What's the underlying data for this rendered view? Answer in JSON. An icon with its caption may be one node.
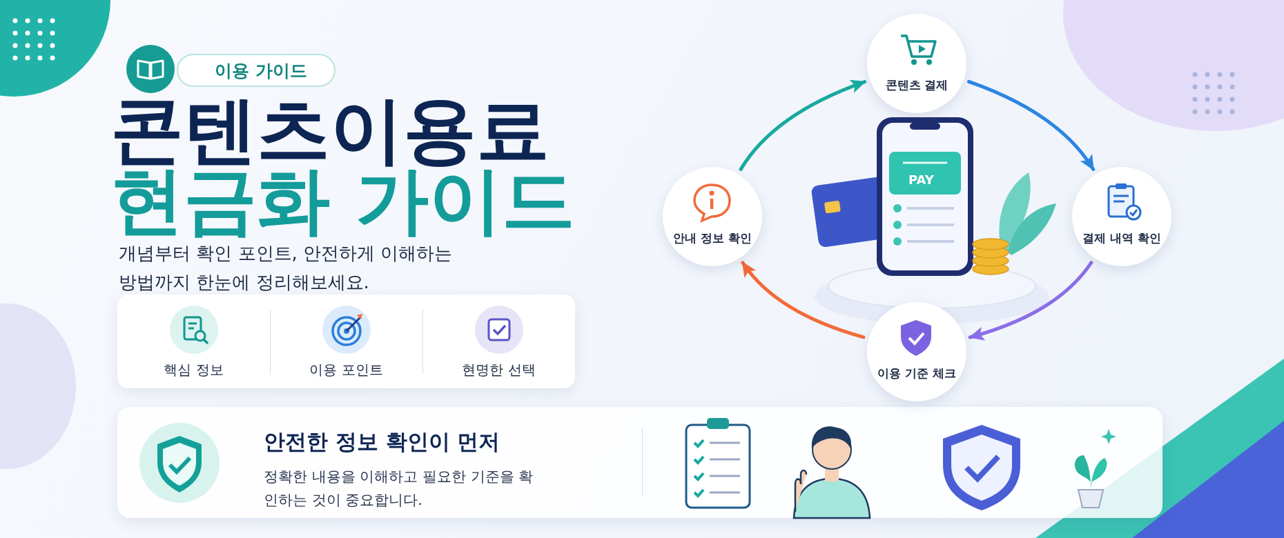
{
  "diagram": {
    "title": "콘텐츠이용료 현금화 가이드",
    "nodes": [
      {
        "text": [
          "이용 가이드"
        ]
      },
      {
        "text": [],
        "shape": "box"
      },
      {
        "text": [
          "핵심 정보"
        ],
        "in": 1
      },
      {
        "text": [
          "이용 포인트"
        ],
        "in": 1
      },
      {
        "text": [
          "현명한 선택"
        ],
        "in": 1
      },
      {
        "text": [
          "안전한 정보 확인이 먼저",
          "정확한 내용을 이해하고 필요한 기준을 확인하는 것이 중요합니다."
        ]
      },
      {
        "text": [
          "콘텐츠 결제"
        ]
      },
      {
        "text": [
          "결제 내역 확인"
        ]
      },
      {
        "text": [
          "이용 기준 체크"
        ]
      },
      {
        "text": [
          "안내 정보 확인"
        ]
      }
    ],
    "edges": [
      {
        "from": 9,
        "to": 6,
        "arrow": "to",
        "color": "#18a9a0"
      },
      {
        "from": 6,
        "to": 7,
        "arrow": "to",
        "color": "#2b86e0"
      },
      {
        "from": 7,
        "to": 8,
        "arrow": "to",
        "color": "#8a6ee8"
      },
      {
        "from": 8,
        "to": 9,
        "arrow": "to",
        "color": "#f26b3a"
      }
    ],
    "labels": [
      "개념부터 확인 포인트, 안전하게 이해하는 방법까지 한눈에 정리해보세요.",
      "PAY"
    ]
  }
}
